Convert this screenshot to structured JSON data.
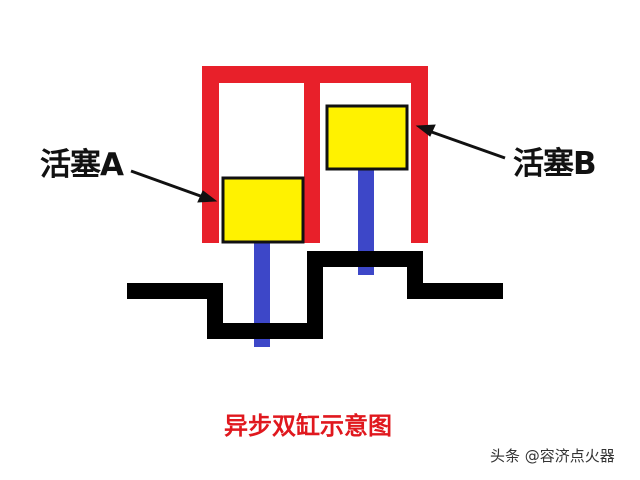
{
  "diagram": {
    "title": "异步双缸示意图",
    "labels": {
      "piston_a": "活塞A",
      "piston_b": "活塞B"
    },
    "watermark": "头条 @容济点火器",
    "colors": {
      "cylinder": "#e8202a",
      "piston": "#fff200",
      "piston_border": "#111111",
      "rod": "#3d47c8",
      "crankshaft": "#000000",
      "title": "#e0181e",
      "label": "#111111",
      "background": "#ffffff"
    },
    "components": [
      {
        "name": "cylinder-frame",
        "shape": "double cylinder (two open-bottom chambers sharing a center wall)"
      },
      {
        "name": "piston-a",
        "position": "lower (left cylinder)"
      },
      {
        "name": "piston-b",
        "position": "upper (right cylinder)"
      },
      {
        "name": "connecting-rod-a"
      },
      {
        "name": "connecting-rod-b"
      },
      {
        "name": "crankshaft",
        "shape": "stepped line, left crank throw down, right crank throw up"
      }
    ]
  }
}
